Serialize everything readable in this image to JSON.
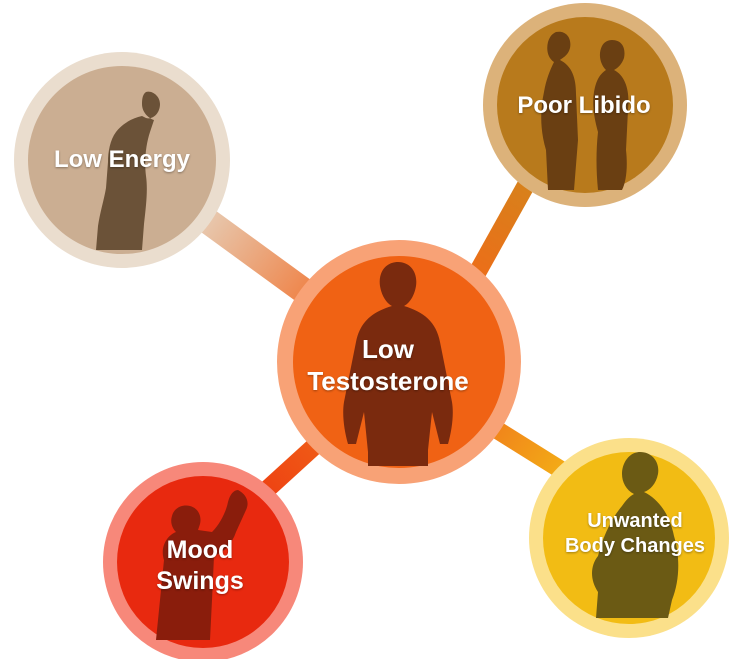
{
  "nodes": {
    "center": {
      "line1": "Low",
      "line2": "Testosterone"
    },
    "low_energy": {
      "label": "Low Energy"
    },
    "poor_libido": {
      "label": "Poor Libido"
    },
    "mood_swings": {
      "line1": "Mood",
      "line2": "Swings"
    },
    "body_changes": {
      "line1": "Unwanted",
      "line2": "Body Changes"
    }
  },
  "colors": {
    "center_fill": "#f06214",
    "center_ring": "#f8a276",
    "low_energy_fill": "#cbae92",
    "low_energy_ring": "#eaddce",
    "poor_libido_fill": "#b87a1c",
    "poor_libido_ring": "#dcb27a",
    "mood_swings_fill": "#e8290f",
    "mood_swings_ring": "#f7887a",
    "body_changes_fill": "#f2bc14",
    "body_changes_ring": "#fbe08a",
    "silhouette_brown": "#6b4a32",
    "silhouette_dark": "#7a2a0e"
  },
  "icons": [
    "man-standing-silhouette-icon",
    "slouching-man-silhouette-icon",
    "couple-back-to-back-silhouette-icon",
    "shouting-man-silhouette-icon",
    "overweight-man-silhouette-icon"
  ]
}
